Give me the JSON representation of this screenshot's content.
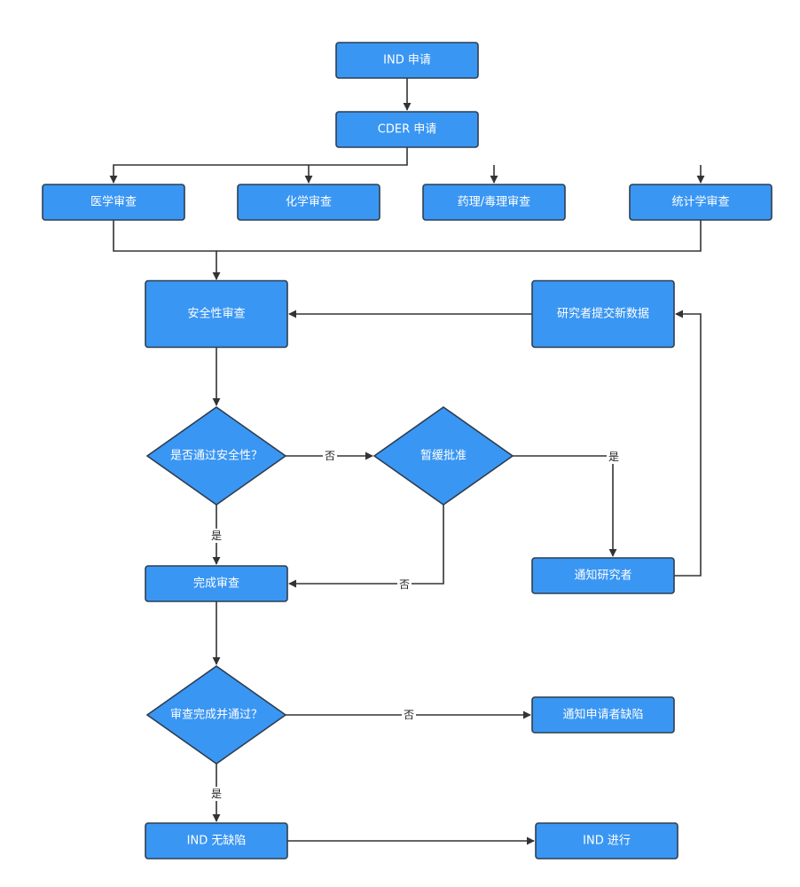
{
  "diagram": {
    "colors": {
      "node_fill": "#3a96f3",
      "node_border": "#2d3e50",
      "edge": "#333333",
      "node_text": "#ffffff"
    },
    "nodes": [
      {
        "id": "ind_apply",
        "label": "IND 申请",
        "shape": "rect"
      },
      {
        "id": "cder_apply",
        "label": "CDER 申请",
        "shape": "rect"
      },
      {
        "id": "medical_review",
        "label": "医学审查",
        "shape": "rect"
      },
      {
        "id": "chemistry_review",
        "label": "化学审查",
        "shape": "rect"
      },
      {
        "id": "pharm_tox_review",
        "label": "药理/毒理审查",
        "shape": "rect"
      },
      {
        "id": "statistics_review",
        "label": "统计学审查",
        "shape": "rect"
      },
      {
        "id": "safety_review",
        "label": "安全性审查",
        "shape": "rect"
      },
      {
        "id": "submit_new_data",
        "label": "研究者提交新数据",
        "shape": "rect"
      },
      {
        "id": "pass_safety",
        "label": "是否通过安全性？",
        "shape": "diamond"
      },
      {
        "id": "clinical_hold",
        "label": "暂缓批准",
        "shape": "diamond"
      },
      {
        "id": "complete_review",
        "label": "完成审查",
        "shape": "rect"
      },
      {
        "id": "notify_investigator",
        "label": "通知研究者",
        "shape": "rect"
      },
      {
        "id": "review_passed",
        "label": "审查完成并通过？",
        "shape": "diamond"
      },
      {
        "id": "notify_deficiency",
        "label": "通知申请者缺陷",
        "shape": "rect"
      },
      {
        "id": "ind_no_deficiency",
        "label": "IND 无缺陷",
        "shape": "rect"
      },
      {
        "id": "ind_proceed",
        "label": "IND 进行",
        "shape": "rect"
      }
    ],
    "edges": [
      {
        "from": "ind_apply",
        "to": "cder_apply",
        "label": ""
      },
      {
        "from": "cder_apply",
        "to": "medical_review",
        "label": ""
      },
      {
        "from": "cder_apply",
        "to": "chemistry_review",
        "label": ""
      },
      {
        "from": "cder_apply",
        "to": "pharm_tox_review",
        "label": ""
      },
      {
        "from": "cder_apply",
        "to": "statistics_review",
        "label": ""
      },
      {
        "from": "medical_review",
        "to": "safety_review",
        "label": ""
      },
      {
        "from": "statistics_review",
        "to": "safety_review",
        "label": ""
      },
      {
        "from": "submit_new_data",
        "to": "safety_review",
        "label": ""
      },
      {
        "from": "safety_review",
        "to": "pass_safety",
        "label": ""
      },
      {
        "from": "pass_safety",
        "to": "clinical_hold",
        "label": "否"
      },
      {
        "from": "pass_safety",
        "to": "complete_review",
        "label": "是"
      },
      {
        "from": "clinical_hold",
        "to": "notify_investigator",
        "label": "是"
      },
      {
        "from": "clinical_hold",
        "to": "complete_review",
        "label": "否"
      },
      {
        "from": "notify_investigator",
        "to": "submit_new_data",
        "label": ""
      },
      {
        "from": "complete_review",
        "to": "review_passed",
        "label": ""
      },
      {
        "from": "review_passed",
        "to": "notify_deficiency",
        "label": "否"
      },
      {
        "from": "review_passed",
        "to": "ind_no_deficiency",
        "label": "是"
      },
      {
        "from": "ind_no_deficiency",
        "to": "ind_proceed",
        "label": ""
      }
    ]
  }
}
